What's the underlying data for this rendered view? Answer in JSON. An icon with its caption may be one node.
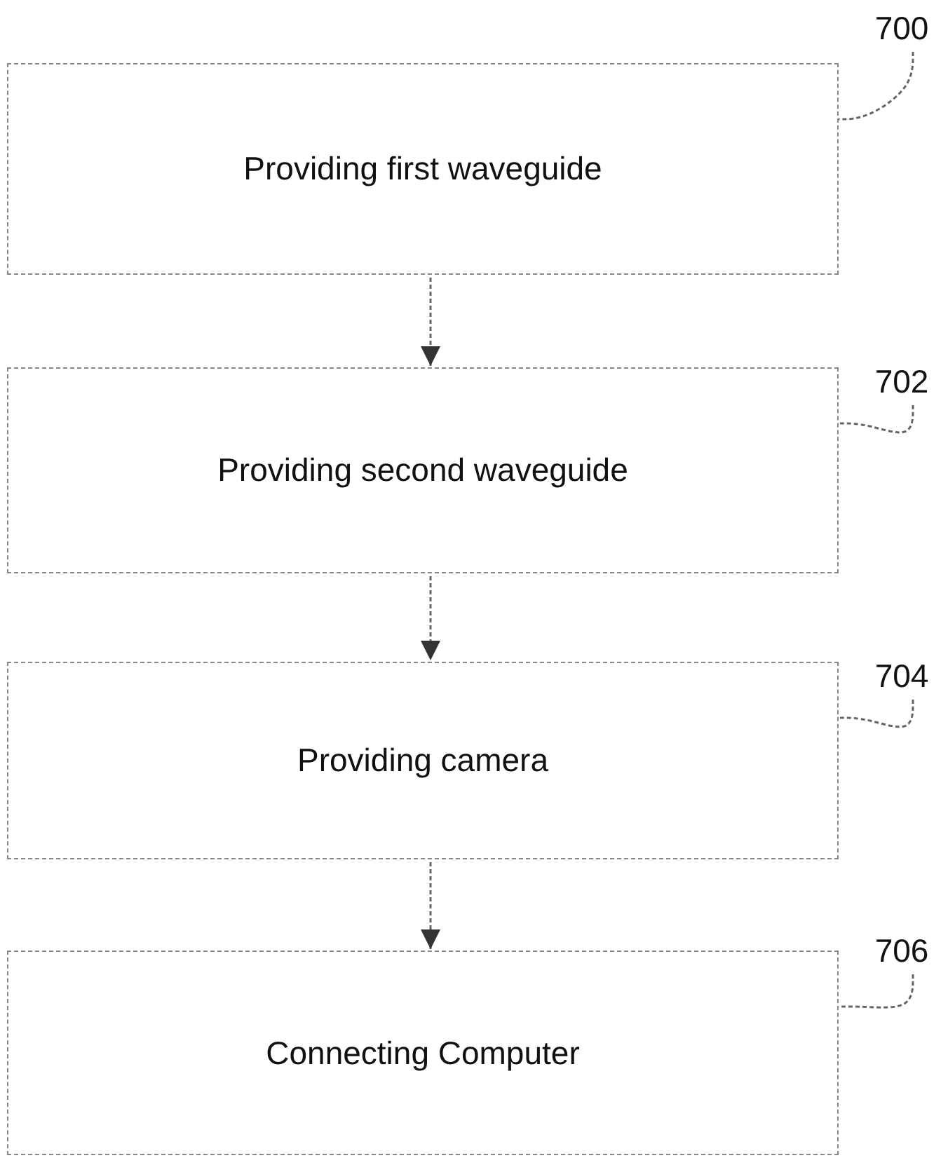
{
  "diagram": {
    "nodes": [
      {
        "text": [
          "700"
        ]
      },
      {
        "text": [
          "Providing first waveguide"
        ]
      },
      {
        "text": [
          "702"
        ]
      },
      {
        "text": [
          "Providing second waveguide"
        ]
      },
      {
        "text": [
          "704"
        ]
      },
      {
        "text": [
          "Providing camera"
        ]
      },
      {
        "text": [
          "706"
        ]
      },
      {
        "text": [
          "Connecting Computer"
        ]
      }
    ],
    "edges": [
      {
        "from": 0,
        "to": 1,
        "arrow": "none",
        "style": "dashed"
      },
      {
        "from": 2,
        "to": 3,
        "arrow": "none",
        "style": "dashed"
      },
      {
        "from": 4,
        "to": 5,
        "arrow": "none",
        "style": "dashed"
      },
      {
        "from": 6,
        "to": 7,
        "arrow": "none",
        "style": "dashed"
      },
      {
        "from": 1,
        "to": 3,
        "arrow": "to",
        "style": "dashed"
      },
      {
        "from": 3,
        "to": 5,
        "arrow": "to",
        "style": "dashed"
      },
      {
        "from": 5,
        "to": 7,
        "arrow": "to",
        "style": "dashed"
      }
    ]
  }
}
